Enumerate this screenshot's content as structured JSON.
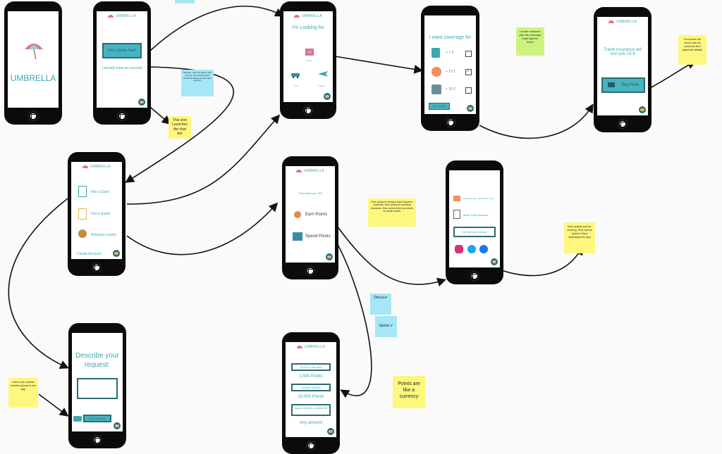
{
  "phone_splash": {
    "title": "UMBRELLA"
  },
  "phone_start": {
    "quote_button": "Get a Quote Fast!",
    "account_link": "I already have an account"
  },
  "header_brand": "UMBRELLA",
  "phone_looking": {
    "title": "I'm Looking for",
    "items": [
      "Home",
      "Car",
      "Travel"
    ]
  },
  "phone_coverage": {
    "title": "I want coverage for",
    "prices": [
      "+ 7 €",
      "+ 15 €",
      "+ 20 €"
    ],
    "button": "Get Quote"
  },
  "phone_price": {
    "text": "Travel insurance will cost you 15 €",
    "button": "Buy Now"
  },
  "phone_menu": {
    "items": [
      "File a Claim",
      "Get a Quote",
      "Rewards Center"
    ],
    "create": "Create Account"
  },
  "phone_points": {
    "balance": "Point Balance: 332",
    "earn": "Earn Points",
    "spend": "Spend Points"
  },
  "phone_earn": {
    "loyalty": "Loyalty Bonus: 150 Points / year",
    "multi": "Multi-Policy Reward",
    "refund": "No Refund, Refund"
  },
  "phone_request": {
    "title": "Describe your request:",
    "button": "Submit Claim"
  },
  "phone_rewards": {
    "items": [
      {
        "label": "15 Euro Gift card",
        "points": "1,500 Points"
      },
      {
        "label": "Concert Tickets",
        "points": "10,000 Points"
      },
      {
        "label": "Apply towards monthly bill",
        "points": "Any amount"
      }
    ]
  },
  "notes": {
    "chat_bot": "This icon Launches the chat bot",
    "account_note": "Member, user can sign-in and a quote. Pre-existing users should be able to access their account.",
    "pick_coverage": "Let the customer pick the coverage thats right for them!",
    "payment": "From here we would ask for personal and payment details",
    "earn_info": "Earn points for being a loyal long term customer. Earn points for bundling insurance. Earn points when you share on social media.",
    "sharing": "Earn points just for sharing. Plus bonus points if they download the app",
    "discount": "Discou",
    "spend": "Spend",
    "currency": "Points are like a currency",
    "incident_photo": "Users can submit incident photo in the app"
  },
  "colors": {
    "teal": "#3aa7b3",
    "teal_button": "#48b3c0",
    "note_yellow": "#fdf87d",
    "note_blue": "#a6e6f6",
    "note_green": "#cdf27f"
  }
}
